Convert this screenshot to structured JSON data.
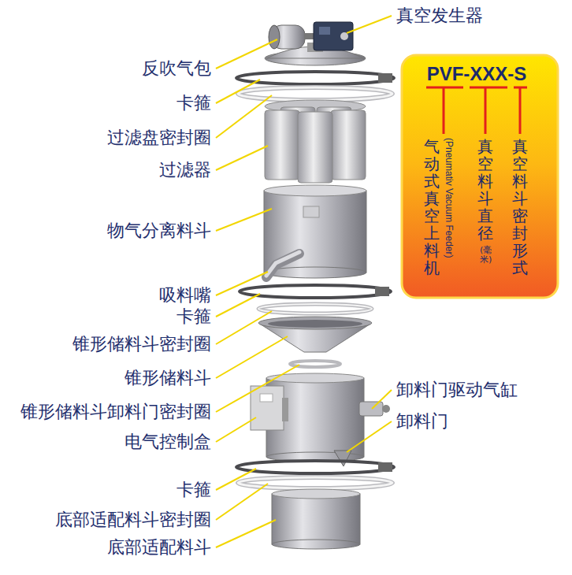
{
  "diagram": {
    "nodes": [
      {
        "text": [
          "PVF-XXX-S",
          "气动式真空上料机",
          "(Pneumativ Vacuum Feeder)",
          "真空料斗直径",
          "(毫米)",
          "真空料斗密封形式"
        ]
      }
    ],
    "labels": [
      "真空发生器",
      "反吹气包",
      "卡箍",
      "过滤盘密封圈",
      "过滤器",
      "物气分离料斗",
      "吸料嘴",
      "卡箍",
      "锥形储料斗密封圈",
      "锥形储料斗",
      "卸料门驱动气缸",
      "锥形储料斗卸料门密封圈",
      "卸料门",
      "电气控制盒",
      "卡箍",
      "底部适配料斗密封圈",
      "底部适配料斗"
    ]
  }
}
